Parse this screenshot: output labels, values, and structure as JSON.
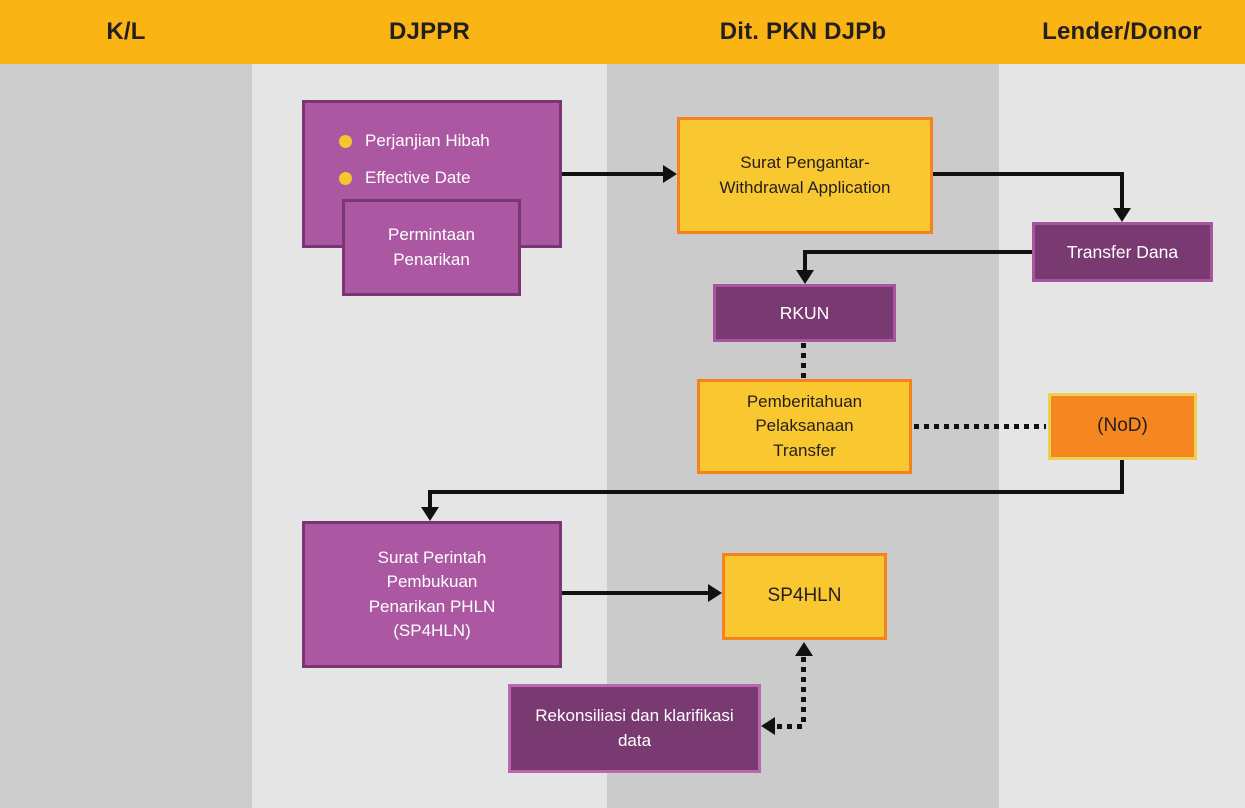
{
  "header": {
    "columns": [
      {
        "id": "kl",
        "label": "K/L"
      },
      {
        "id": "djppr",
        "label": "DJPPR"
      },
      {
        "id": "pkn",
        "label": "Dit. PKN DJPb"
      },
      {
        "id": "lender",
        "label": "Lender/Donor"
      }
    ]
  },
  "boxes": {
    "agreement": {
      "bullets": [
        {
          "label": "Perjanjian Hibah"
        },
        {
          "label": "Effective Date"
        }
      ]
    },
    "permintaan_penarikan": {
      "label": "Permintaan Penarikan",
      "lane": "DJPPR"
    },
    "surat_pengantar": {
      "label": "Surat Pengantar-Withdrawal Application",
      "lane": "Dit. PKN DJPb"
    },
    "transfer_dana": {
      "label": "Transfer Dana",
      "lane": "Lender/Donor"
    },
    "rkun": {
      "label": "RKUN",
      "lane": "Dit. PKN DJPb"
    },
    "pemberitahuan": {
      "label": "Pemberitahuan Pelaksanaan Transfer",
      "lane": "Dit. PKN DJPb"
    },
    "nod": {
      "label": "(NoD)",
      "lane": "Lender/Donor"
    },
    "surat_perintah": {
      "label": "Surat Perintah Pembukuan Penarikan PHLN (SP4HLN)",
      "lane": "DJPPR"
    },
    "sp4hln": {
      "label": "SP4HLN",
      "lane": "Dit. PKN DJPb"
    },
    "rekonsiliasi": {
      "label": "Rekonsiliasi dan klarifikasi data",
      "lane": "Dit. PKN DJPb"
    }
  },
  "flow": {
    "edges": [
      {
        "from": "permintaan_penarikan",
        "to": "surat_pengantar",
        "style": "solid"
      },
      {
        "from": "surat_pengantar",
        "to": "transfer_dana",
        "style": "solid"
      },
      {
        "from": "transfer_dana",
        "to": "rkun",
        "style": "solid"
      },
      {
        "from": "rkun",
        "to": "pemberitahuan",
        "style": "dotted"
      },
      {
        "from": "pemberitahuan",
        "to": "nod",
        "style": "dotted"
      },
      {
        "from": "nod",
        "to": "surat_perintah",
        "style": "solid"
      },
      {
        "from": "surat_perintah",
        "to": "sp4hln",
        "style": "solid"
      },
      {
        "from": "sp4hln",
        "to": "rekonsiliasi",
        "style": "dotted-double-arrow"
      }
    ]
  },
  "colors": {
    "header_bg": "#FAB414",
    "lane_dark": "#CCCCCC",
    "lane_light": "#E5E5E5",
    "yellow_fill": "#F9C72F",
    "orange_border": "#F5821F",
    "nod_fill": "#F6861F",
    "nod_border": "#EFCF4F",
    "purple_fill": "#AB57A2",
    "purple_border_dark": "#7C3573",
    "dark_purple_fill": "#793A71",
    "dark_purple_border": "#A7559E",
    "rekonsiliasi_border": "#BA67B0",
    "bullet_dot": "#F7C52D",
    "connector": "#111111"
  }
}
